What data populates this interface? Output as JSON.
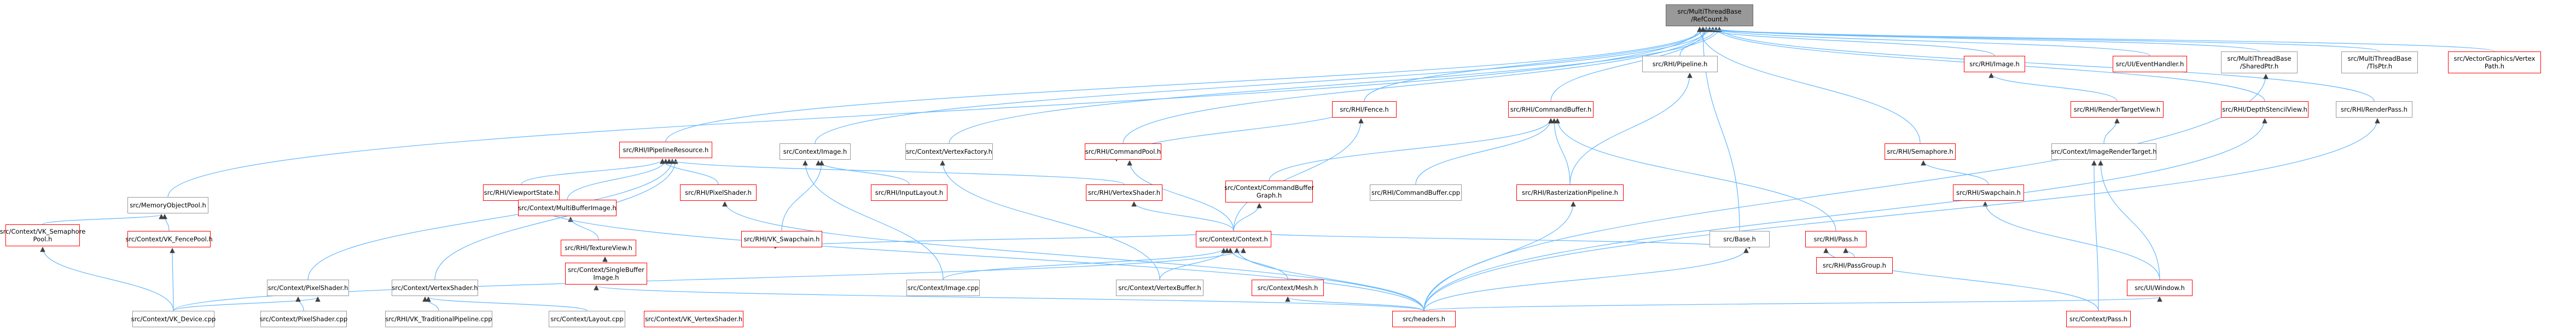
{
  "colors": {
    "edge": "#63b8ff",
    "edge_dark": "#404040",
    "normal_border": "#999999",
    "missing_border": "#ff0000",
    "root_fill": "#999999"
  },
  "nodes": [
    {
      "id": "root",
      "label": "src/MultiThreadBase\n/RefCount.h",
      "style": "root"
    },
    {
      "id": "memobj",
      "label": "src/MemoryObjectPool.h",
      "style": "normal"
    },
    {
      "id": "vksema",
      "label": "src/Context/VK_Semaphore\nPool.h",
      "style": "red"
    },
    {
      "id": "vkfence",
      "label": "src/Context/VK_FencePool.h",
      "style": "red"
    },
    {
      "id": "vkdevice",
      "label": "src/Context/VK_Device.cpp",
      "style": "normal"
    },
    {
      "id": "ctxpixelh",
      "label": "src/Context/PixelShader.h",
      "style": "normal"
    },
    {
      "id": "ctxpixelcpp",
      "label": "src/Context/PixelShader.cpp",
      "style": "normal"
    },
    {
      "id": "rhipiperes",
      "label": "src/RHI/IPipelineResource.h",
      "style": "red"
    },
    {
      "id": "rhiviewport",
      "label": "src/RHI/ViewportState.h",
      "style": "red"
    },
    {
      "id": "ctxmultibuf",
      "label": "src/Context/MultiBufferImage.h",
      "style": "red"
    },
    {
      "id": "rhitexview",
      "label": "src/RHI/TextureView.h",
      "style": "red"
    },
    {
      "id": "ctxsinglebuf",
      "label": "src/Context/SingleBuffer\nImage.h",
      "style": "red"
    },
    {
      "id": "ctxvertexsh",
      "label": "src/Context/VertexShader.h",
      "style": "normal"
    },
    {
      "id": "vktradpipe",
      "label": "src/RHI/VK_TraditionalPipeline.cpp",
      "style": "normal"
    },
    {
      "id": "ctxlayout",
      "label": "src/Context/Layout.cpp",
      "style": "normal"
    },
    {
      "id": "vkvertexsh",
      "label": "src/Context/VK_VertexShader.h",
      "style": "red"
    },
    {
      "id": "rhipixelsh",
      "label": "src/RHI/PixelShader.h",
      "style": "red"
    },
    {
      "id": "ctximage",
      "label": "src/Context/Image.h",
      "style": "normal"
    },
    {
      "id": "rhiinput",
      "label": "src/RHI/InputLayout.h",
      "style": "red"
    },
    {
      "id": "rhivkswap",
      "label": "src/RHI/VK_Swapchain.h",
      "style": "red"
    },
    {
      "id": "ctxvertexfac",
      "label": "src/Context/VertexFactory.h",
      "style": "normal"
    },
    {
      "id": "ctximagecpp",
      "label": "src/Context/Image.cpp",
      "style": "normal"
    },
    {
      "id": "ctxvertexbuf",
      "label": "src/Context/VertexBuffer.h",
      "style": "normal"
    },
    {
      "id": "rhicmdpool",
      "label": "src/RHI/CommandPool.h",
      "style": "red"
    },
    {
      "id": "ctxcmdbufgraph",
      "label": "src/Context/CommandBuffer\nGraph.h",
      "style": "red"
    },
    {
      "id": "rhivertexsh",
      "label": "src/RHI/VertexShader.h",
      "style": "red"
    },
    {
      "id": "ctxcontext",
      "label": "src/Context/Context.h",
      "style": "red"
    },
    {
      "id": "ctxmesh",
      "label": "src/Context/Mesh.h",
      "style": "red"
    },
    {
      "id": "headers",
      "label": "src/headers.h",
      "style": "red"
    },
    {
      "id": "rhifence",
      "label": "src/RHI/Fence.h",
      "style": "red"
    },
    {
      "id": "rhicmdbuf",
      "label": "src/RHI/CommandBuffer.h",
      "style": "red"
    },
    {
      "id": "rhicmdbufcpp",
      "label": "src/RHI/CommandBuffer.cpp",
      "style": "normal"
    },
    {
      "id": "rhiraster",
      "label": "src/RHI/RasterizationPipeline.h",
      "style": "red"
    },
    {
      "id": "rhipipeline",
      "label": "src/RHI/Pipeline.h",
      "style": "normal"
    },
    {
      "id": "rhisemaphore",
      "label": "src/RHI/Semaphore.h",
      "style": "red"
    },
    {
      "id": "rhiimage",
      "label": "src/RHI/Image.h",
      "style": "red"
    },
    {
      "id": "rhirendertv",
      "label": "src/RHI/RenderTargetView.h",
      "style": "red"
    },
    {
      "id": "ctximagert",
      "label": "src/Context/ImageRenderTarget.h",
      "style": "normal"
    },
    {
      "id": "rhiswapchain",
      "label": "src/RHI/Swapchain.h",
      "style": "red"
    },
    {
      "id": "rhipass",
      "label": "src/RHI/Pass.h",
      "style": "red"
    },
    {
      "id": "rhipassgroup",
      "label": "src/RHI/PassGroup.h",
      "style": "red"
    },
    {
      "id": "ctxpass",
      "label": "src/Context/Pass.h",
      "style": "red"
    },
    {
      "id": "baseh",
      "label": "src/Base.h",
      "style": "normal"
    },
    {
      "id": "uiwindow",
      "label": "src/UI/Window.h",
      "style": "red"
    },
    {
      "id": "uievent",
      "label": "src/UI/EventHandler.h",
      "style": "red"
    },
    {
      "id": "mtsharedptr",
      "label": "src/MultiThreadBase\n/SharedPtr.h",
      "style": "normal"
    },
    {
      "id": "rhidepthstencil",
      "label": "src/RHI/DepthStencilView.h",
      "style": "red"
    },
    {
      "id": "rhirenderpass",
      "label": "src/RHI/RenderPass.h",
      "style": "normal"
    },
    {
      "id": "mttlsptr",
      "label": "src/MultiThreadBase\n/TlsPtr.h",
      "style": "normal"
    },
    {
      "id": "vectorpath",
      "label": "src/VectorGraphics/Vertex\nPath.h",
      "style": "red"
    }
  ]
}
